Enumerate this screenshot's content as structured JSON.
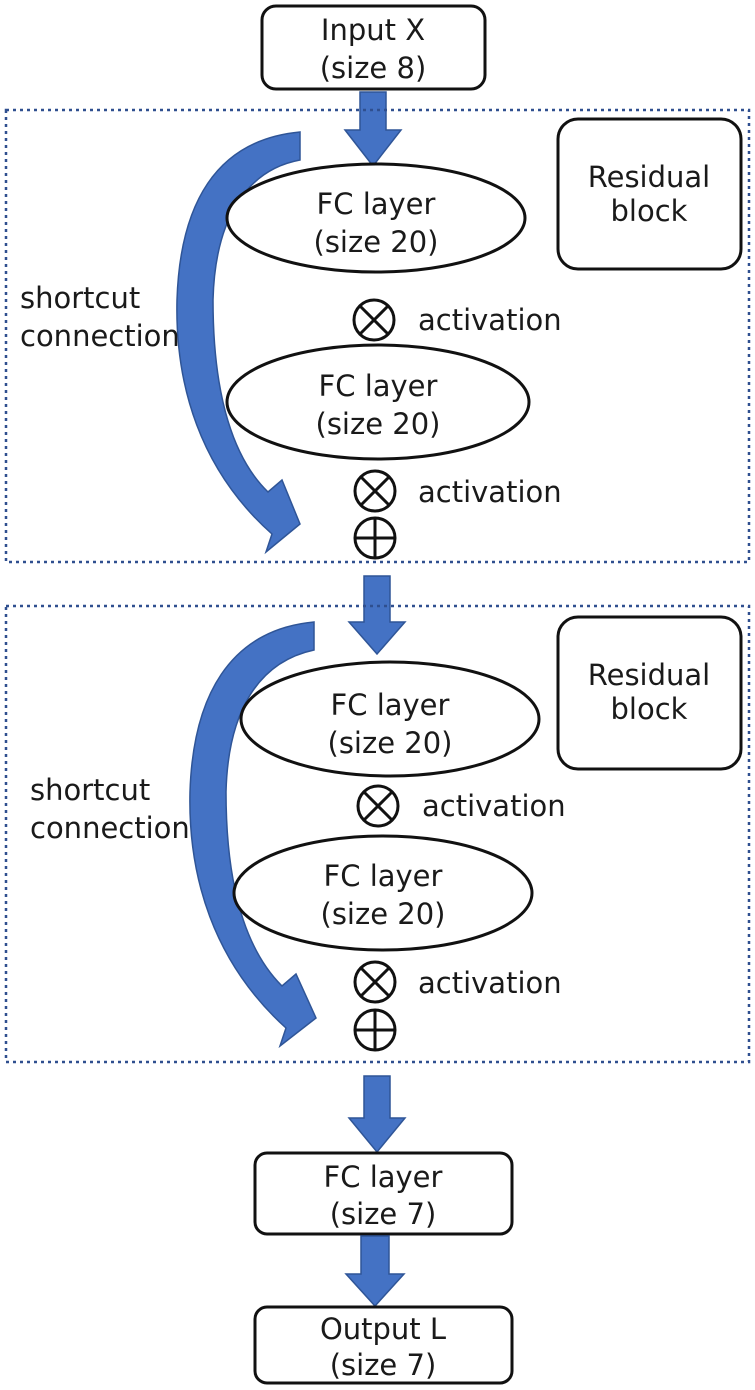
{
  "colors": {
    "arrow": "#4472c4",
    "block_border": "#2f4f8f",
    "box_stroke": "#111111",
    "text": "#1a1a1a"
  },
  "input": {
    "line1": "Input X",
    "line2": "(size 8)"
  },
  "blocks": [
    {
      "label_line1": "Residual",
      "label_line2": "block",
      "shortcut_line1": "shortcut",
      "shortcut_line2": "connection",
      "layers": [
        {
          "line1": "FC layer",
          "line2": "(size 20)"
        },
        {
          "line1": "FC layer",
          "line2": "(size 20)"
        }
      ],
      "activation_labels": [
        "activation",
        "activation"
      ]
    },
    {
      "label_line1": "Residual",
      "label_line2": "block",
      "shortcut_line1": "shortcut",
      "shortcut_line2": "connection",
      "layers": [
        {
          "line1": "FC layer",
          "line2": "(size 20)"
        },
        {
          "line1": "FC layer",
          "line2": "(size 20)"
        }
      ],
      "activation_labels": [
        "activation",
        "activation"
      ]
    }
  ],
  "fc_out": {
    "line1": "FC layer",
    "line2": "(size 7)"
  },
  "output": {
    "line1": "Output L",
    "line2": "(size 7)"
  }
}
